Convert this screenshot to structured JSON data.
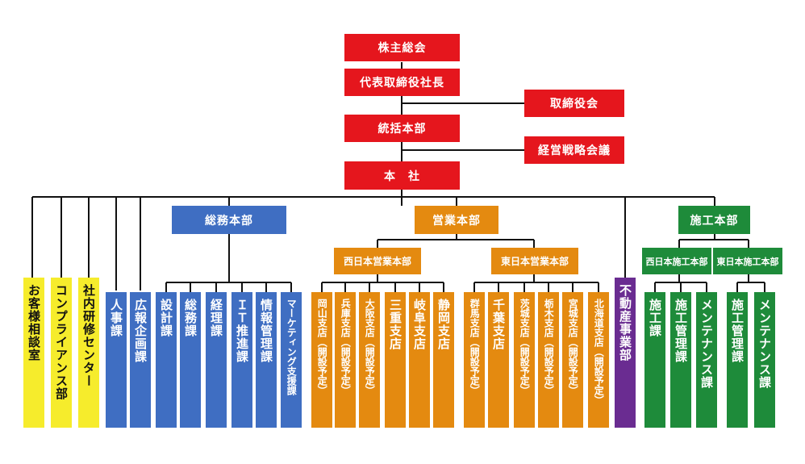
{
  "top": {
    "shareholders": "株主総会",
    "president": "代表取締役社長",
    "board": "取締役会",
    "hq_general": "統括本部",
    "strategy": "経営戦略会議",
    "head_office": "本　社"
  },
  "support": [
    "お客様相談室",
    "コンプライアンス部",
    "社内研修センター"
  ],
  "departments": [
    "人事課",
    "広報企画課"
  ],
  "admin": {
    "title": "総務本部",
    "units": [
      "設計課",
      "総務課",
      "経理課",
      "ＩＴ推進課",
      "情報管理課",
      "マーケティング支援課"
    ]
  },
  "sales": {
    "title": "営業本部",
    "west": {
      "title": "西日本営業本部",
      "units": [
        "岡山支店（開設予定）",
        "兵庫支店（開設予定）",
        "大阪支店（開設予定）",
        "三重支店",
        "岐阜支店",
        "静岡支店"
      ]
    },
    "east": {
      "title": "東日本営業本部",
      "units": [
        "群馬支店（開設予定）",
        "千葉支店",
        "茨城支店（開設予定）",
        "栃木支店（開設予定）",
        "宮城支店（開設予定）",
        "北海道支店（開設予定）"
      ]
    }
  },
  "real_estate": "不動産事業部",
  "construction": {
    "title": "施工本部",
    "west": {
      "title": "西日本施工本部",
      "units": [
        "施工課",
        "施工管理課",
        "メンテナンス課"
      ]
    },
    "east": {
      "title": "東日本施工本部",
      "units": [
        "施工管理課",
        "メンテナンス課"
      ]
    }
  },
  "colors": {
    "red": "#e5161d",
    "blue": "#3f6ec2",
    "orange": "#e48a10",
    "green": "#1e8b3a",
    "purple": "#6a2c91",
    "yellow": "#f6ec2c"
  }
}
